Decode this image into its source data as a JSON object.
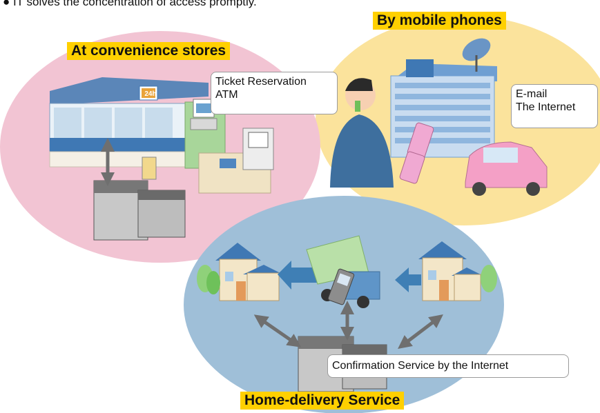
{
  "intro_text": "● IT solves the concentration of access promptly.",
  "sections": {
    "convenience": {
      "title": "At convenience stores",
      "callout": [
        "Ticket Reservation",
        "ATM"
      ],
      "store_sign": "24h"
    },
    "mobile": {
      "title": "By mobile phones",
      "callout": [
        "E-mail",
        "The Internet"
      ]
    },
    "delivery": {
      "title": "Home-delivery Service",
      "callout": "Confirmation Service by the Internet"
    }
  },
  "colors": {
    "convenience_bg": "#f2c4d3",
    "mobile_bg": "#fbe39c",
    "delivery_bg": "#9fbfd8",
    "label_badge": "#ffd000",
    "arrow": "#6f6f6f",
    "delivery_arrow": "#3f7fb5"
  }
}
